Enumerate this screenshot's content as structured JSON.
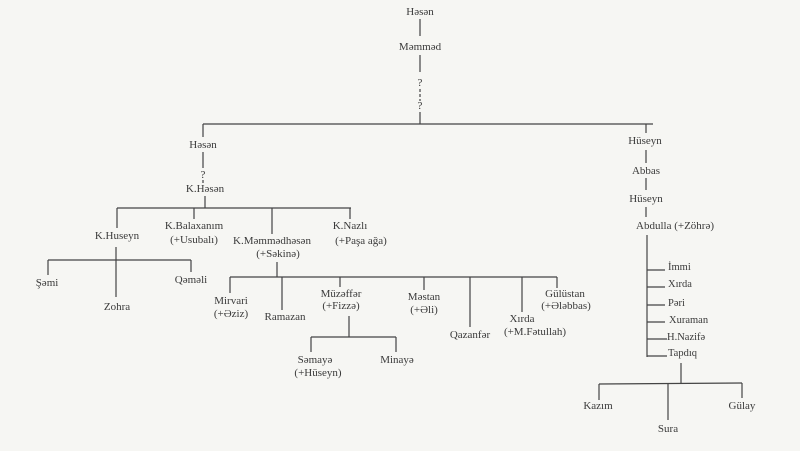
{
  "tree": {
    "root": "Həsən",
    "gen2": "Məmməd",
    "unknown1": "?",
    "unknown2": "?",
    "left": {
      "name": "Həsən",
      "unknown": "?",
      "child": "K.Həsən",
      "children": [
        {
          "name": "K.Huseyn",
          "children": [
            "Şəmi",
            "Zohra",
            "Qəməli"
          ]
        },
        {
          "name": "K.Balaxanım",
          "spouse": "(+Usubalı)"
        },
        {
          "name": "K.Məmmədhəsən",
          "spouse": "(+Səkinə)",
          "children": [
            {
              "name": "Mirvari",
              "spouse": "(+Əziz)"
            },
            {
              "name": "Ramazan"
            },
            {
              "name": "Müzəffər",
              "spouse": "(+Fizzə)",
              "children": [
                {
                  "name": "Səmayə",
                  "spouse": "(+Hüseyn)"
                },
                {
                  "name": "Minayə"
                }
              ]
            },
            {
              "name": "Məstan",
              "spouse": "(+Əli)"
            },
            {
              "name": "Qazanfər"
            },
            {
              "name": "Xırda",
              "spouse": "(+M.Fətullah)"
            },
            {
              "name": "Gülüstan",
              "spouse": "(+Ələbbas)"
            }
          ]
        },
        {
          "name": "K.Nazlı",
          "spouse": "(+Paşa ağa)"
        }
      ]
    },
    "right": {
      "chain": [
        "Hüseyn",
        "Abbas",
        "Hüseyn"
      ],
      "abdulla": "Abdulla (+Zöhrə)",
      "children": [
        "İmmi",
        "Xırda",
        "Pəri",
        "Xuraman",
        "H.Nazifə",
        "Tapdıq"
      ],
      "tapdiq_children": [
        "Kazım",
        "Sura",
        "Gülay"
      ]
    }
  }
}
